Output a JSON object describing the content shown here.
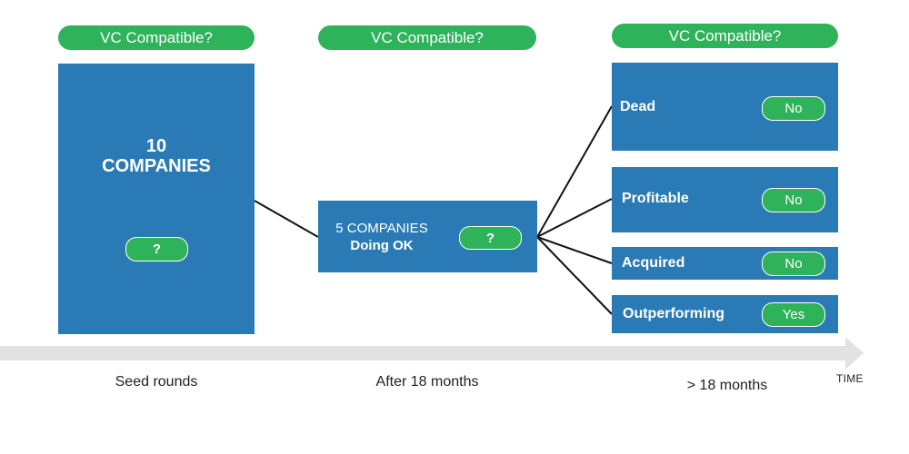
{
  "colors": {
    "pill_green": "#2fb35a",
    "box_blue": "#2a7bb5",
    "arrow_gray": "#e2e2e2",
    "line_black": "#111111"
  },
  "headers": [
    {
      "label": "VC Compatible?"
    },
    {
      "label": "VC Compatible?"
    },
    {
      "label": "VC Compatible?"
    }
  ],
  "stage1": {
    "count": "10",
    "unit": "COMPANIES",
    "badge": "?"
  },
  "stage2": {
    "line1": "5 COMPANIES",
    "line2": "Doing OK",
    "badge": "?"
  },
  "outcomes": [
    {
      "label": "Dead",
      "badge": "No"
    },
    {
      "label": "Profitable",
      "badge": "No"
    },
    {
      "label": "Acquired",
      "badge": "No"
    },
    {
      "label": "Outperforming",
      "badge": "Yes"
    }
  ],
  "timeline": {
    "labels": [
      "Seed rounds",
      "After 18 months",
      "> 18 months"
    ],
    "axis_label": "TIME"
  }
}
